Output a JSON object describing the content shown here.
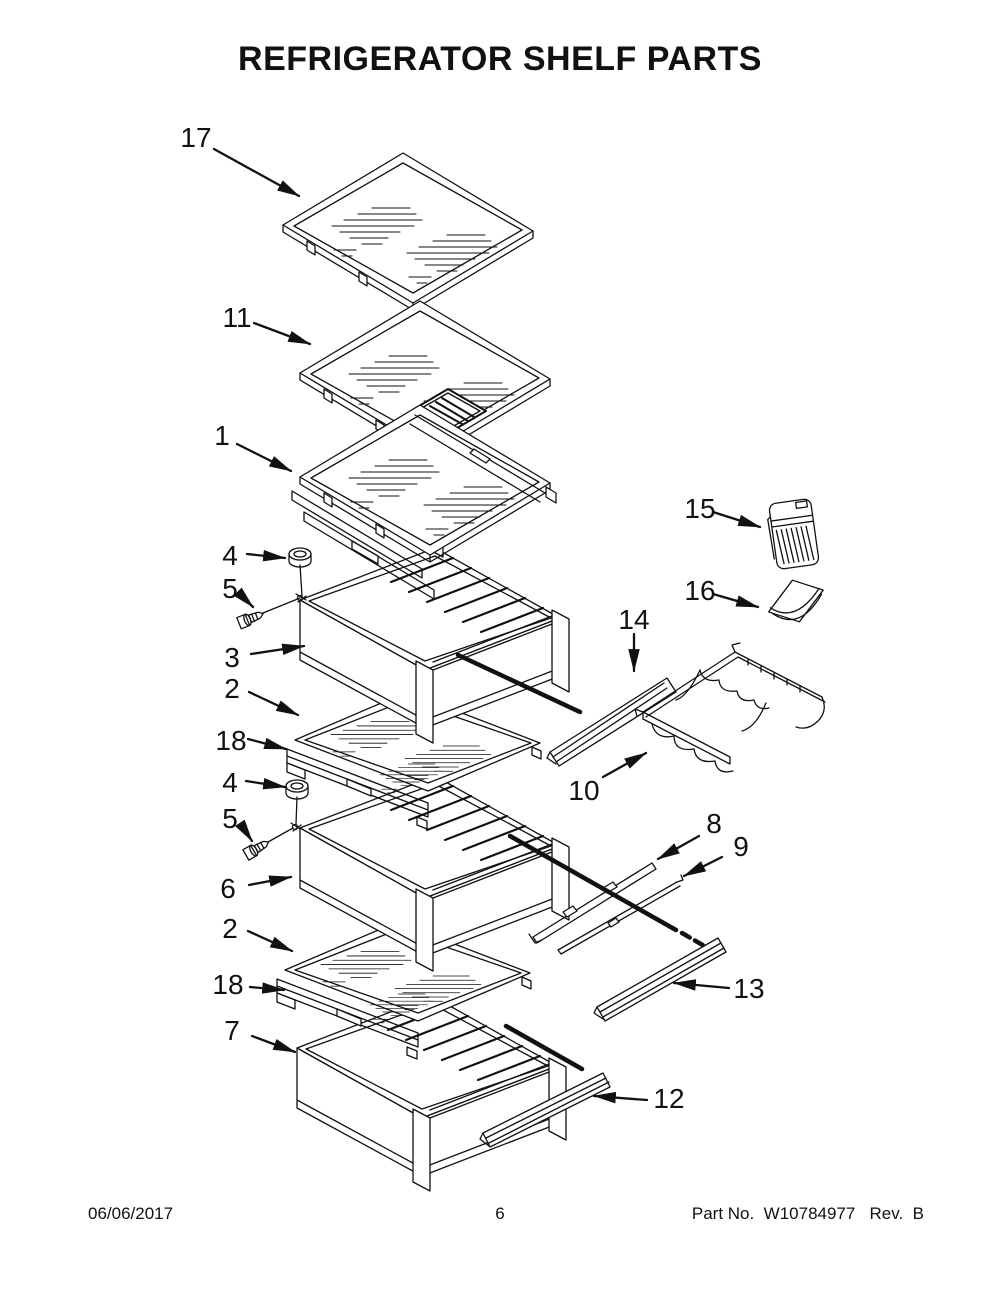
{
  "title": "REFRIGERATOR SHELF PARTS",
  "footer": {
    "date": "06/06/2017",
    "page_number": "6",
    "part_number_text": "Part No.  W10784977   Rev.  B"
  },
  "colors": {
    "line_color": "#111111",
    "background": "#ffffff"
  },
  "callouts": [
    {
      "label": "17",
      "part": "top-glass-shelf"
    },
    {
      "label": "11",
      "part": "glass-shelf-with-utility-cutout"
    },
    {
      "label": "1",
      "part": "slide-out-glass-shelf"
    },
    {
      "label": "4",
      "part": "shelf-knob"
    },
    {
      "label": "5",
      "part": "shelf-screw"
    },
    {
      "label": "3",
      "part": "upper-crisper-drawer"
    },
    {
      "label": "2",
      "part": "crisper-cover-shelf"
    },
    {
      "label": "18",
      "part": "shelf-front-trim"
    },
    {
      "label": "4",
      "part": "shelf-knob"
    },
    {
      "label": "5",
      "part": "shelf-screw"
    },
    {
      "label": "6",
      "part": "middle-crisper-drawer"
    },
    {
      "label": "2",
      "part": "crisper-cover-shelf"
    },
    {
      "label": "18",
      "part": "shelf-front-trim"
    },
    {
      "label": "7",
      "part": "lower-crisper-drawer"
    },
    {
      "label": "15",
      "part": "air-filter-housing"
    },
    {
      "label": "16",
      "part": "air-filter-cover"
    },
    {
      "label": "14",
      "part": "drawer-slide-rail"
    },
    {
      "label": "10",
      "part": "wine-bottle-rack"
    },
    {
      "label": "8",
      "part": "drawer-glide"
    },
    {
      "label": "9",
      "part": "drawer-glide"
    },
    {
      "label": "13",
      "part": "drawer-slide-rail"
    },
    {
      "label": "12",
      "part": "drawer-slide-rail"
    }
  ]
}
